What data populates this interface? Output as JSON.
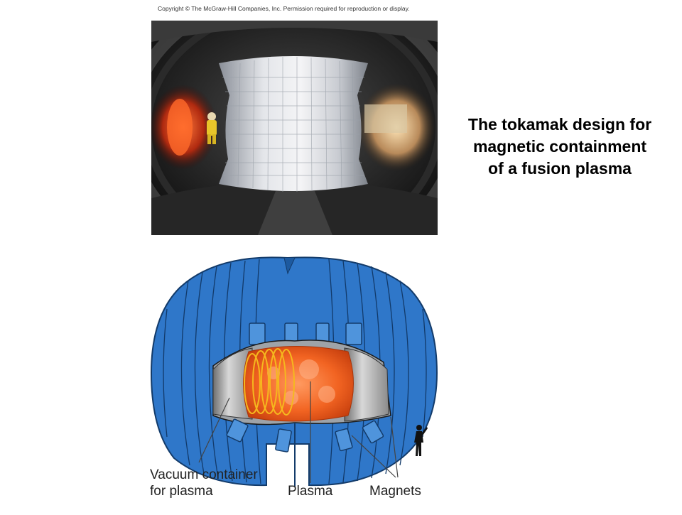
{
  "copyright": "Copyright © The McGraw-Hill Companies, Inc. Permission required for reproduction or display.",
  "heading": {
    "line1": "The tokamak design for",
    "line2": "magnetic containment",
    "line3": "of a fusion plasma"
  },
  "labels": {
    "vacuum_line1": "Vacuum container",
    "vacuum_line2": "for plasma",
    "plasma": "Plasma",
    "magnets": "Magnets"
  },
  "colors": {
    "magnet_blue": "#2f77c9",
    "plasma_orange": "#ef6a24",
    "coil_yellow": "#f5b81e",
    "vessel_gray": "#bdbdbd"
  },
  "icons": {
    "person": "human-silhouette-icon"
  }
}
